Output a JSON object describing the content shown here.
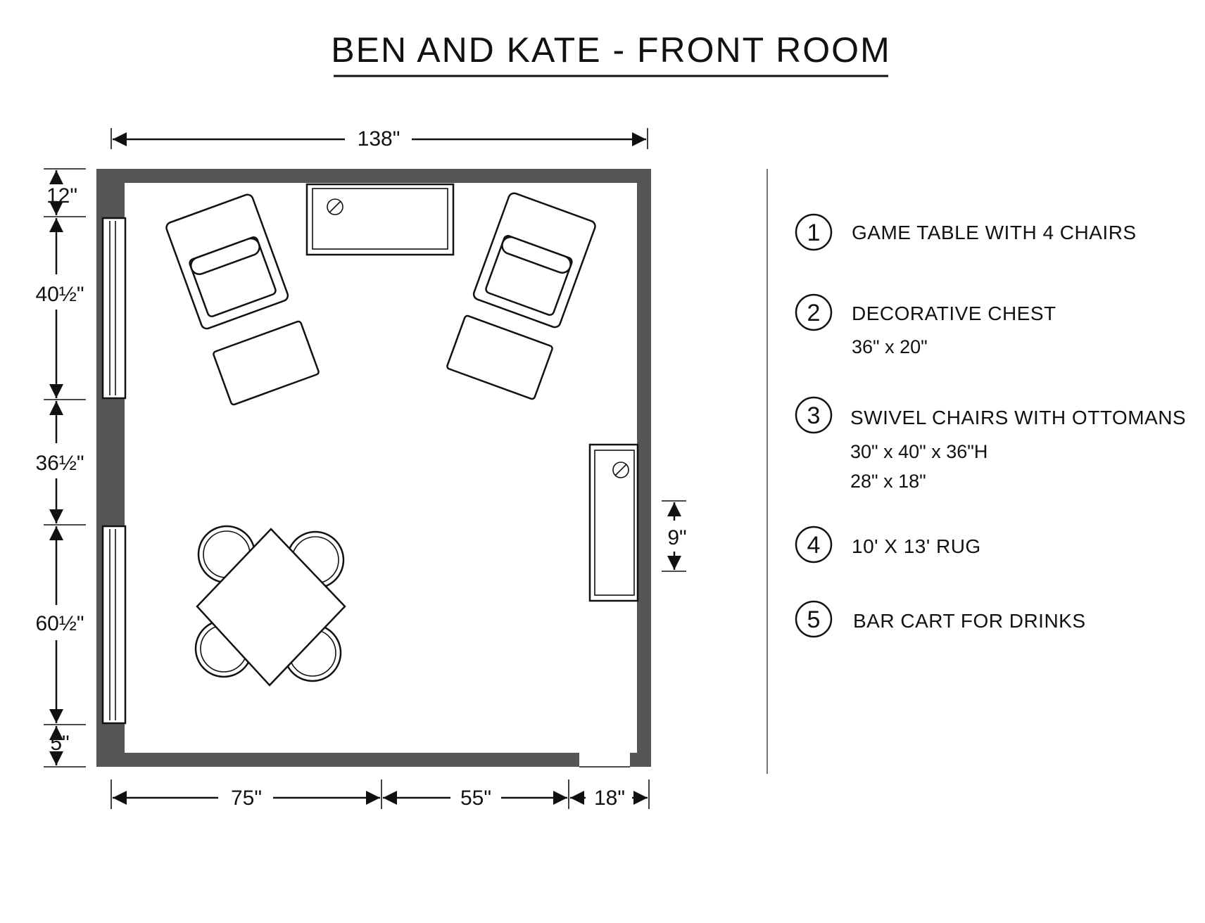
{
  "title": "BEN AND KATE - FRONT ROOM",
  "dimensions": {
    "top_width": "138\"",
    "left_12": "12\"",
    "left_40": "40½\"",
    "left_36": "36½\"",
    "left_60": "60½\"",
    "left_5": "5\"",
    "bottom_75": "75\"",
    "bottom_55": "55\"",
    "bottom_18": "18\"",
    "right_9": "9\""
  },
  "legend": [
    {
      "number": "1",
      "title": "GAME TABLE WITH 4 CHAIRS",
      "details": []
    },
    {
      "number": "2",
      "title": "DECORATIVE CHEST",
      "details": [
        "36\" x 20\""
      ]
    },
    {
      "number": "3",
      "title": "SWIVEL CHAIRS WITH OTTOMANS",
      "details": [
        "30\" x 40\" x 36\"H",
        "28\" x 18\""
      ]
    },
    {
      "number": "4",
      "title": "10' X 13' RUG",
      "details": []
    },
    {
      "number": "5",
      "title": "BAR CART FOR DRINKS",
      "details": []
    }
  ],
  "colors": {
    "wall": "#555555",
    "ink": "#111111"
  }
}
